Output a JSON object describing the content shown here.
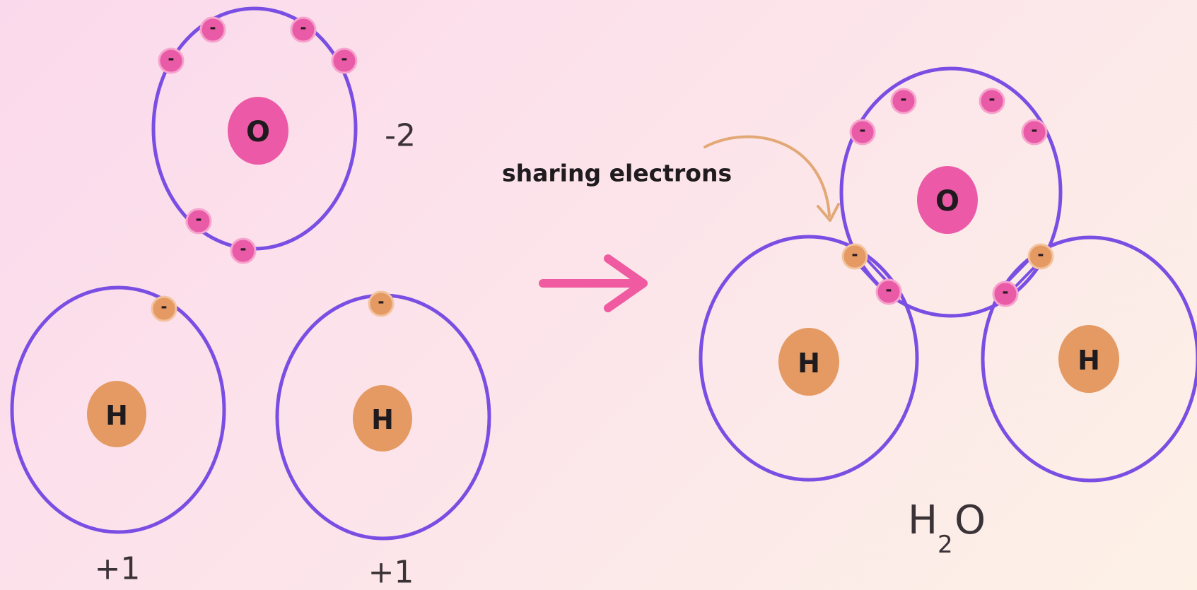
{
  "left": {
    "oxygen_symbol": "O",
    "oxygen_charge": "-2",
    "hydrogen_left_symbol": "H",
    "hydrogen_left_charge": "+1",
    "hydrogen_right_symbol": "H",
    "hydrogen_right_charge": "+1",
    "electron_sign": "-"
  },
  "arrow": {
    "icon": "right-arrow-icon",
    "color": "#ef5aa0"
  },
  "right": {
    "annotation": "sharing electrons",
    "oxygen_symbol": "O",
    "hydrogen_left_symbol": "H",
    "hydrogen_right_symbol": "H",
    "formula_main": "H",
    "formula_sub": "2",
    "formula_tail": "O"
  },
  "colors": {
    "orbit": "#7a4ee3",
    "oxygen": "#ec5aa7",
    "hydrogen": "#e49a62",
    "annotation_arrow": "#e2a876"
  }
}
